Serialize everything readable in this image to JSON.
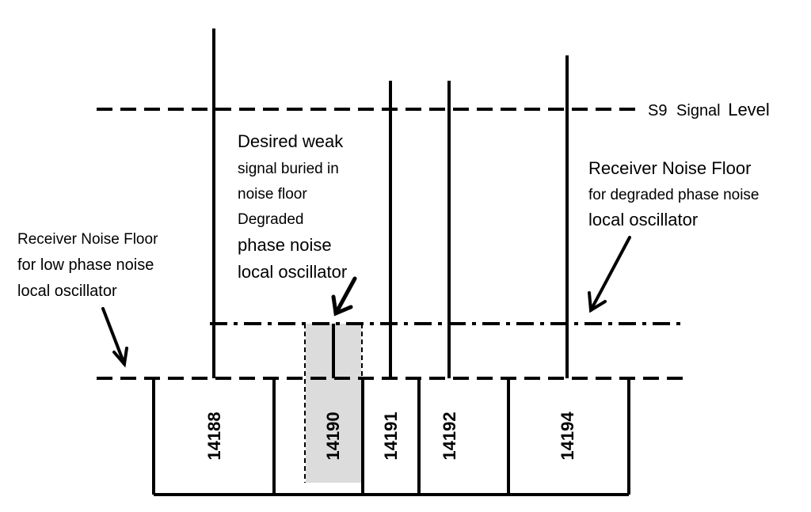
{
  "signal_level_label": [
    "S9",
    "Signal",
    "Level"
  ],
  "annotations": {
    "low_noise_floor": [
      "Receiver Noise Floor",
      "for low phase noise",
      "local oscillator"
    ],
    "desired_signal": [
      "Desired weak",
      "signal buried in",
      "noise floor",
      "Degraded",
      "phase noise",
      "local oscillator"
    ],
    "degraded_noise_floor": [
      "Receiver Noise Floor",
      "for degraded phase noise",
      "local oscillator"
    ]
  },
  "channels": [
    "14188",
    "14190",
    "14191",
    "14192",
    "14194"
  ],
  "highlighted_channel": "14190",
  "colors": {
    "line": "#000000",
    "highlight": "#dcdcdc"
  }
}
